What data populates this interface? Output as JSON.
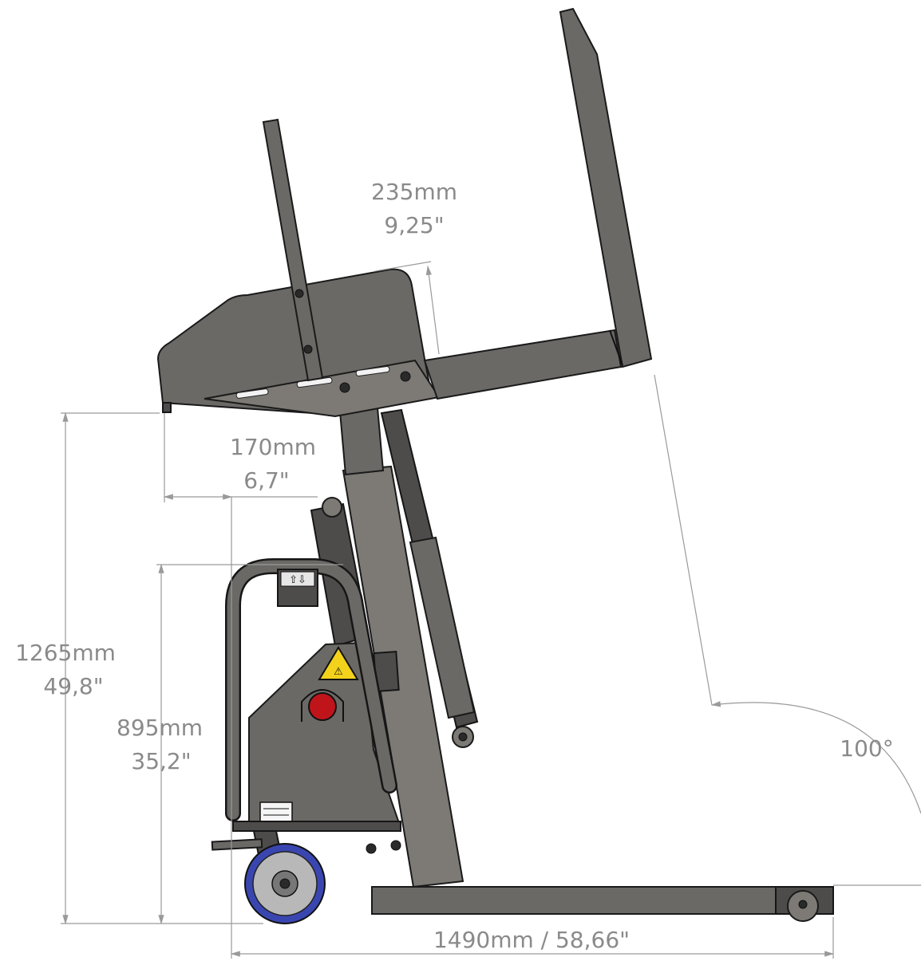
{
  "dimensions": {
    "top_offset": {
      "mm": "235mm",
      "inch": "9,25\""
    },
    "overhang": {
      "mm": "170mm",
      "inch": "6,7\""
    },
    "total_height": {
      "mm": "1265mm",
      "inch": "49,8\""
    },
    "handle_height": {
      "mm": "895mm",
      "inch": "35,2\""
    },
    "length": "1490mm / 58,66\"",
    "angle": "100°"
  },
  "colors": {
    "body": "#6b6966",
    "dimension_lines": "#9a9a9a",
    "dimension_text": "#8a8a8a",
    "warning_label": "#f2d21b",
    "stop_button": "#c0141b",
    "wheel_tread": "#3a46b0"
  }
}
